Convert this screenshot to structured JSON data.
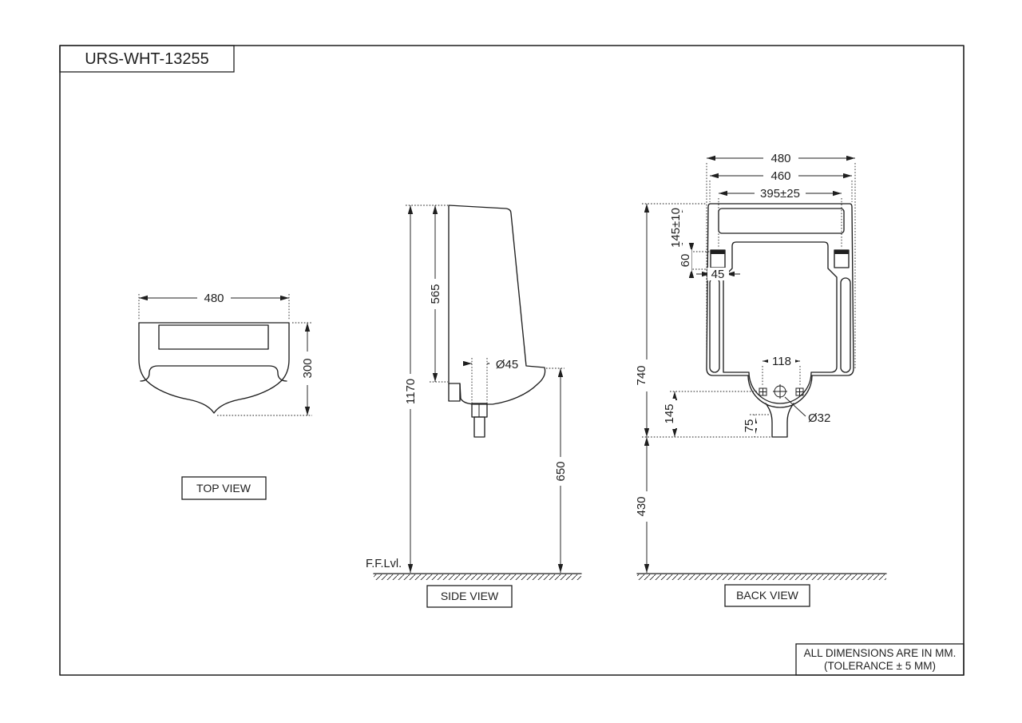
{
  "title": "URS-WHT-13255",
  "note": {
    "line1": "ALL DIMENSIONS ARE IN MM.",
    "line2": "(TOLERANCE ± 5 MM)"
  },
  "views": {
    "top": {
      "label": "TOP VIEW",
      "dims": {
        "width": "480",
        "depth": "300"
      }
    },
    "side": {
      "label": "SIDE VIEW",
      "floor_label": "F.F.Lvl.",
      "dims": {
        "body_height": "565",
        "total_height": "1170",
        "outlet_dia": "Ø45",
        "rim_height": "650"
      }
    },
    "back": {
      "label": "BACK VIEW",
      "dims": {
        "overall_width": "480",
        "top_width": "460",
        "hanger_span": "395±25",
        "top_to_hanger": "145±10",
        "hanger_height": "60",
        "hanger_width": "45",
        "overall_height": "740",
        "fixing_span": "118",
        "outlet_dia": "Ø32",
        "tail_height": "145",
        "tail_length": "75",
        "tail_to_floor": "430"
      }
    }
  }
}
